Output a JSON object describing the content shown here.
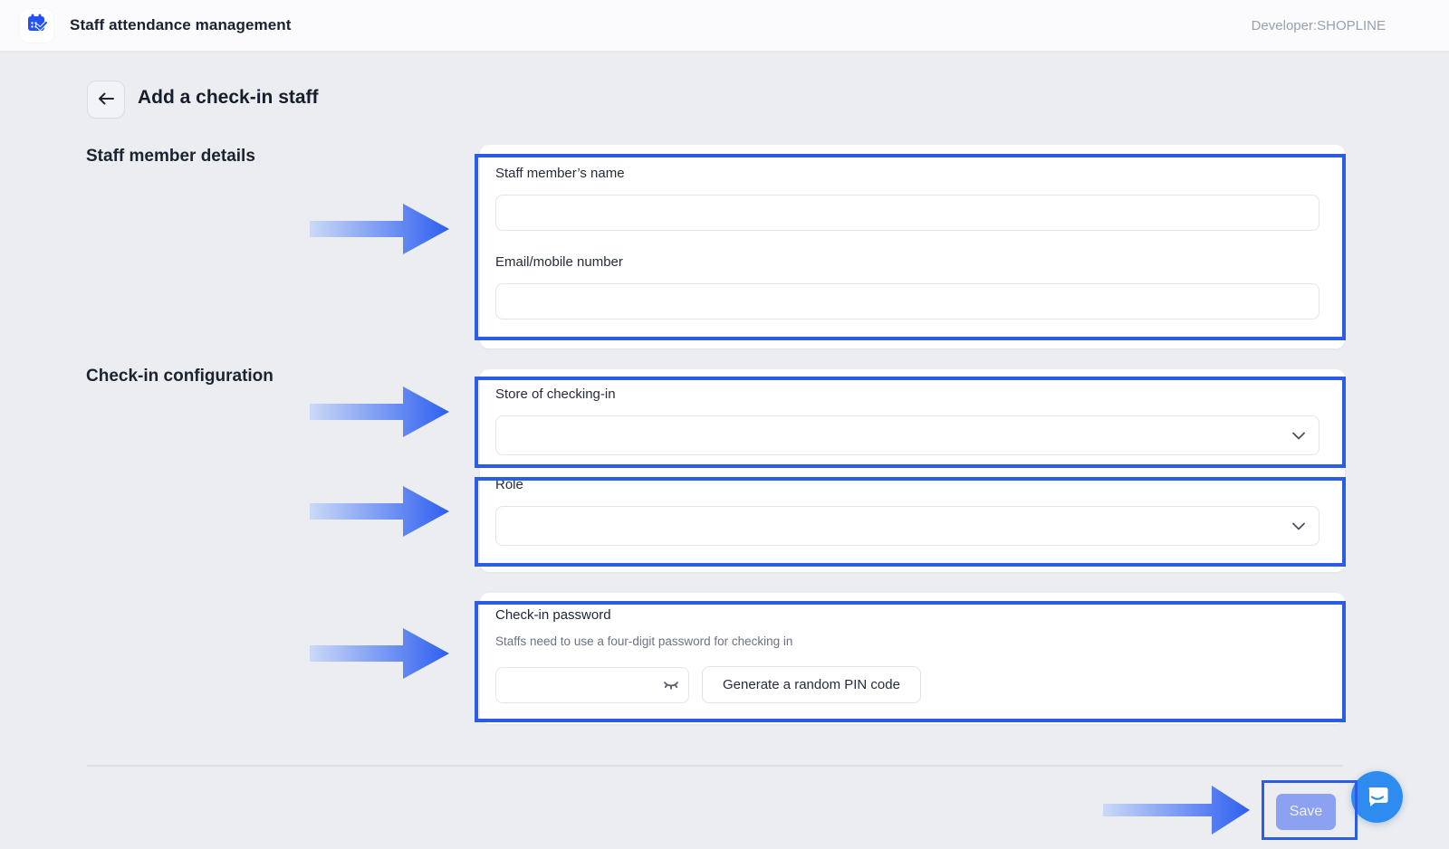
{
  "header": {
    "app_icon": "calendar-check-icon",
    "title": "Staff attendance management",
    "developer_label": "Developer:SHOPLINE"
  },
  "page": {
    "back_icon": "arrow-left-icon",
    "title": "Add a check-in staff"
  },
  "sections": {
    "staff_details_heading": "Staff member details",
    "checkin_config_heading": "Check-in configuration"
  },
  "form": {
    "staff_name": {
      "label": "Staff member’s name",
      "value": "",
      "placeholder": ""
    },
    "email_mobile": {
      "label": "Email/mobile number",
      "value": "",
      "placeholder": ""
    },
    "store": {
      "label": "Store of checking-in",
      "selected_value": "",
      "icon": "chevron-down-icon"
    },
    "role": {
      "label": "Role",
      "selected_value": "",
      "icon": "chevron-down-icon"
    },
    "password": {
      "label": "Check-in password",
      "hint": "Staffs need to use a four-digit password for checking in",
      "value": "",
      "toggle_icon": "eye-closed-icon",
      "generate_button_label": "Generate a random PIN code"
    }
  },
  "footer": {
    "save_label": "Save",
    "chat_icon": "chat-bubble-icon"
  },
  "colors": {
    "annotation_blue": "#2b5ce4",
    "arrow_gradient_start": "#cbd9f7",
    "arrow_gradient_end": "#2e5ff0",
    "save_button_bg": "#8ca1f1",
    "chat_button_bg": "#2e8cf0",
    "page_bg": "#ebedf1",
    "header_bg": "#fbfbfd"
  }
}
